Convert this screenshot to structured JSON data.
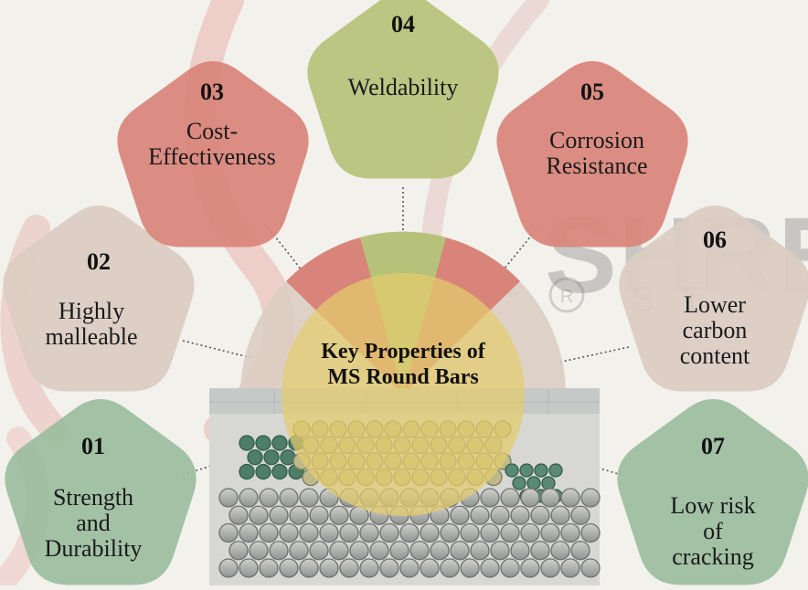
{
  "center": {
    "line1": "Key Properties of",
    "line2": "MS Round Bars"
  },
  "watermark": {
    "brand": "SHREE",
    "sub": "ST"
  },
  "colors": {
    "background": "#f2f1ec",
    "red": "#d9847a",
    "olive": "#b6c27a",
    "beige": "#dbccc2",
    "green": "#9cbd9e",
    "center_yellow": "#e3cc6c",
    "dotted_line": "#555555"
  },
  "properties": [
    {
      "number": "01",
      "lines": [
        "Strength",
        "and",
        "Durability"
      ]
    },
    {
      "number": "02",
      "lines": [
        "Highly",
        "malleable"
      ]
    },
    {
      "number": "03",
      "lines": [
        "Cost-",
        "Effectiveness"
      ]
    },
    {
      "number": "04",
      "lines": [
        "Weldability"
      ]
    },
    {
      "number": "05",
      "lines": [
        "Corrosion",
        "Resistance"
      ]
    },
    {
      "number": "06",
      "lines": [
        "Lower",
        "carbon",
        "content"
      ]
    },
    {
      "number": "07",
      "lines": [
        "Low risk",
        "of",
        "cracking"
      ]
    }
  ]
}
